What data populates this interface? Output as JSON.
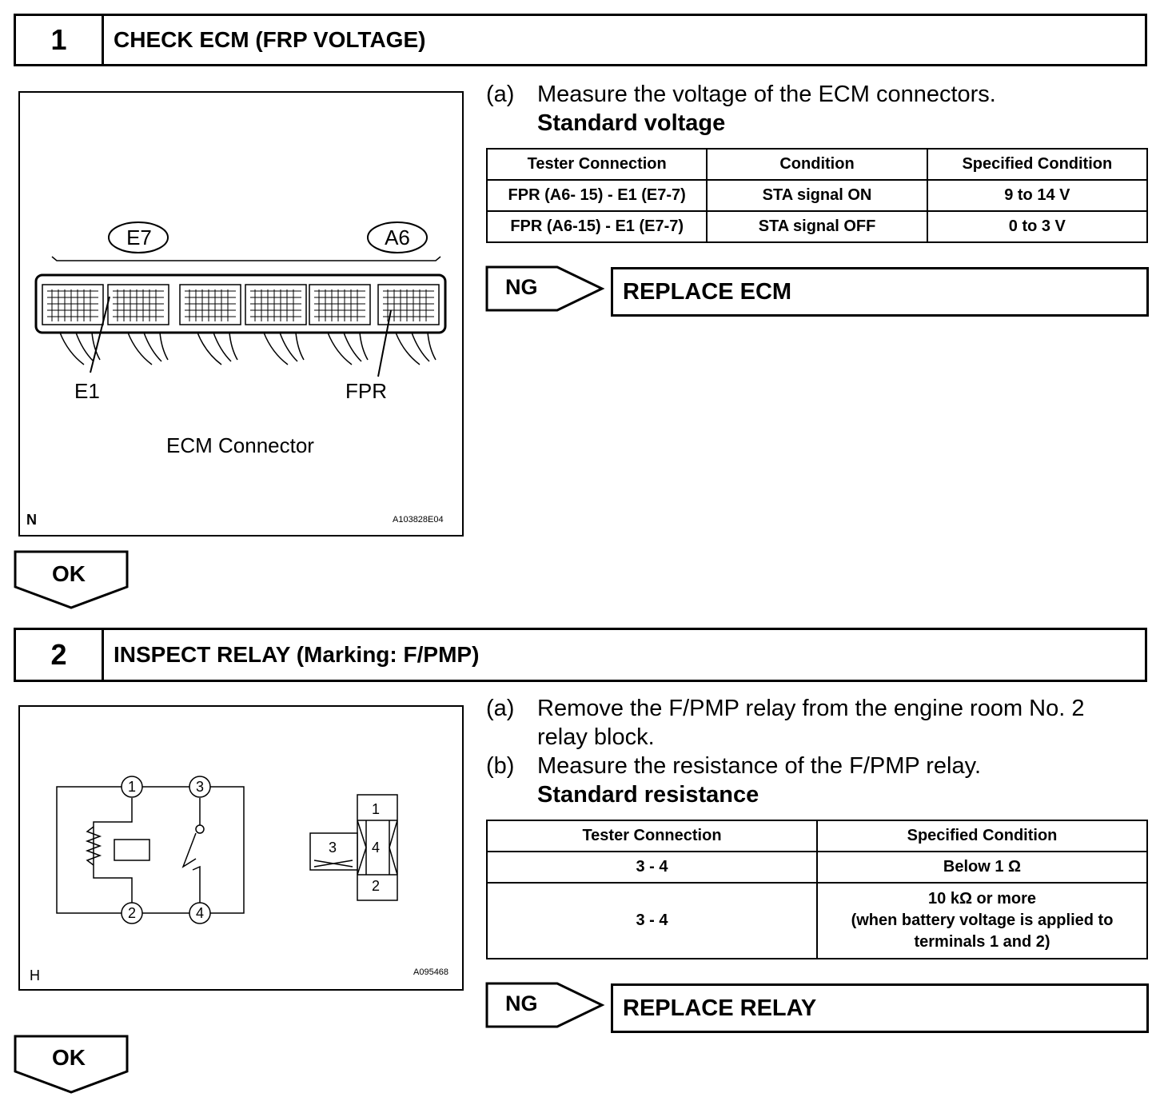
{
  "step1": {
    "number": "1",
    "title": "CHECK ECM (FRP VOLTAGE)",
    "figure": {
      "connector_labels": [
        "E7",
        "A6"
      ],
      "pin_labels": [
        "E1",
        "FPR"
      ],
      "caption": "ECM Connector",
      "corner": "N",
      "code": "A103828E04"
    },
    "instruction_a_label": "(a)",
    "instruction_a": "Measure the voltage of the ECM connectors.",
    "standard_label": "Standard voltage",
    "table": {
      "headers": [
        "Tester Connection",
        "Condition",
        "Specified Condition"
      ],
      "rows": [
        [
          "FPR (A6- 15) - E1 (E7-7)",
          "STA signal ON",
          "9 to 14 V"
        ],
        [
          "FPR (A6-15) - E1 (E7-7)",
          "STA signal OFF",
          "0 to 3 V"
        ]
      ]
    },
    "ng_label": "NG",
    "ng_action": "REPLACE ECM",
    "ok_label": "OK"
  },
  "step2": {
    "number": "2",
    "title": "INSPECT RELAY (Marking: F/PMP)",
    "figure": {
      "terminals": [
        "1",
        "2",
        "3",
        "4"
      ],
      "corner": "H",
      "code": "A095468"
    },
    "instruction_a_label": "(a)",
    "instruction_a_line1": "Remove the F/PMP relay from the engine room No. 2",
    "instruction_a_line2": "relay block.",
    "instruction_b_label": "(b)",
    "instruction_b": "Measure the resistance of the F/PMP relay.",
    "standard_label": "Standard resistance",
    "table": {
      "headers": [
        "Tester Connection",
        "Specified Condition"
      ],
      "rows": [
        [
          "3 - 4",
          "Below 1 Ω"
        ],
        [
          "3 - 4",
          "10 kΩ or more",
          "(when battery voltage is applied to",
          "terminals 1 and 2)"
        ]
      ]
    },
    "ng_label": "NG",
    "ng_action": "REPLACE RELAY",
    "ok_label": "OK"
  }
}
